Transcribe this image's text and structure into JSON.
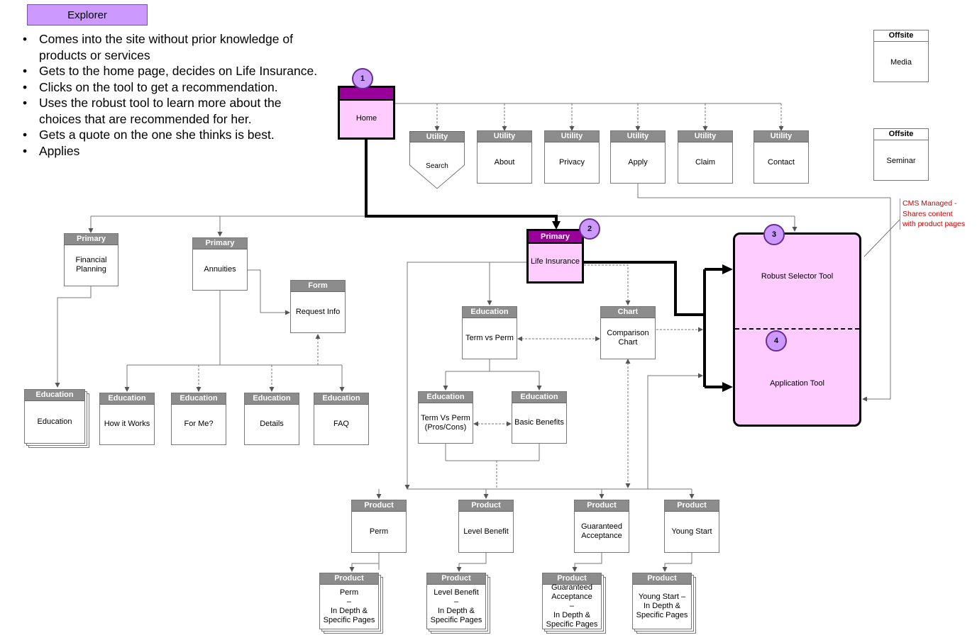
{
  "persona": {
    "title": "Explorer"
  },
  "journey": [
    "Comes into the site without prior knowledge of products or services",
    "Gets to the home page, decides on Life Insurance.",
    "Clicks on the tool to get a recommendation.",
    "Uses the robust tool to learn more about the choices that are recommended for her.",
    "Gets a quote on the one she thinks is best.",
    "Applies"
  ],
  "steps": [
    "1",
    "2",
    "3",
    "4"
  ],
  "home": {
    "label": "Home"
  },
  "utility": {
    "type": "Utility",
    "items": [
      "Search",
      "About",
      "Privacy",
      "Apply",
      "Claim",
      "Contact"
    ]
  },
  "offsite": [
    {
      "type": "Offsite",
      "label": "Media"
    },
    {
      "type": "Offsite",
      "label": "Seminar"
    }
  ],
  "cms_note": "CMS Managed - Shares content with product pages",
  "primary": [
    {
      "type": "Primary",
      "label": "Financial Planning"
    },
    {
      "type": "Primary",
      "label": "Annuities"
    },
    {
      "type": "Primary",
      "label": "Life Insurance"
    }
  ],
  "form": {
    "type": "Form",
    "label": "Request Info"
  },
  "education_stack": {
    "type": "Education",
    "label": "Education"
  },
  "annuity_education": {
    "type": "Education",
    "items": [
      "How it Works",
      "For Me?",
      "Details",
      "FAQ"
    ]
  },
  "life_education": [
    {
      "type": "Education",
      "label": "Term vs Perm"
    },
    {
      "type": "Education",
      "label": "Term Vs Perm\n(Pros/Cons)"
    },
    {
      "type": "Education",
      "label": "Basic Benefits"
    }
  ],
  "chart": {
    "type": "Chart",
    "label": "Comparison\nChart"
  },
  "tools": {
    "selector": "Robust Selector Tool",
    "application": "Application Tool"
  },
  "products": {
    "type": "Product",
    "items": [
      "Perm",
      "Level Benefit",
      "Guaranteed\nAcceptance",
      "Young Start"
    ]
  },
  "product_details": {
    "type": "Product",
    "items": [
      "Perm\n–\nIn Depth &\nSpecific Pages",
      "Level Benefit\n–\nIn Depth &\nSpecific Pages",
      "Guaranteed\nAcceptance\n–\nIn Depth &\nSpecific Pages",
      "Young Start –\nIn Depth &\nSpecific Pages"
    ]
  },
  "colors": {
    "highlight_fill": "#ffccff",
    "highlight_header": "#990099",
    "badge": "#cc99ff",
    "persona": "#cc99ff",
    "note": "#cc0000",
    "header_gray": "#8c8c8c"
  }
}
